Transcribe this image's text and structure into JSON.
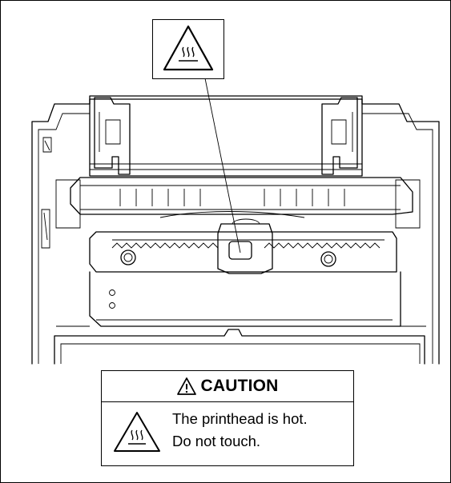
{
  "caution": {
    "title": "CAUTION",
    "line1": "The printhead is hot.",
    "line2": "Do not touch."
  },
  "icons": [
    "warning-triangle-icon",
    "hot-surface-icon"
  ],
  "colors": {
    "ink": "#000000",
    "paper": "#ffffff"
  }
}
